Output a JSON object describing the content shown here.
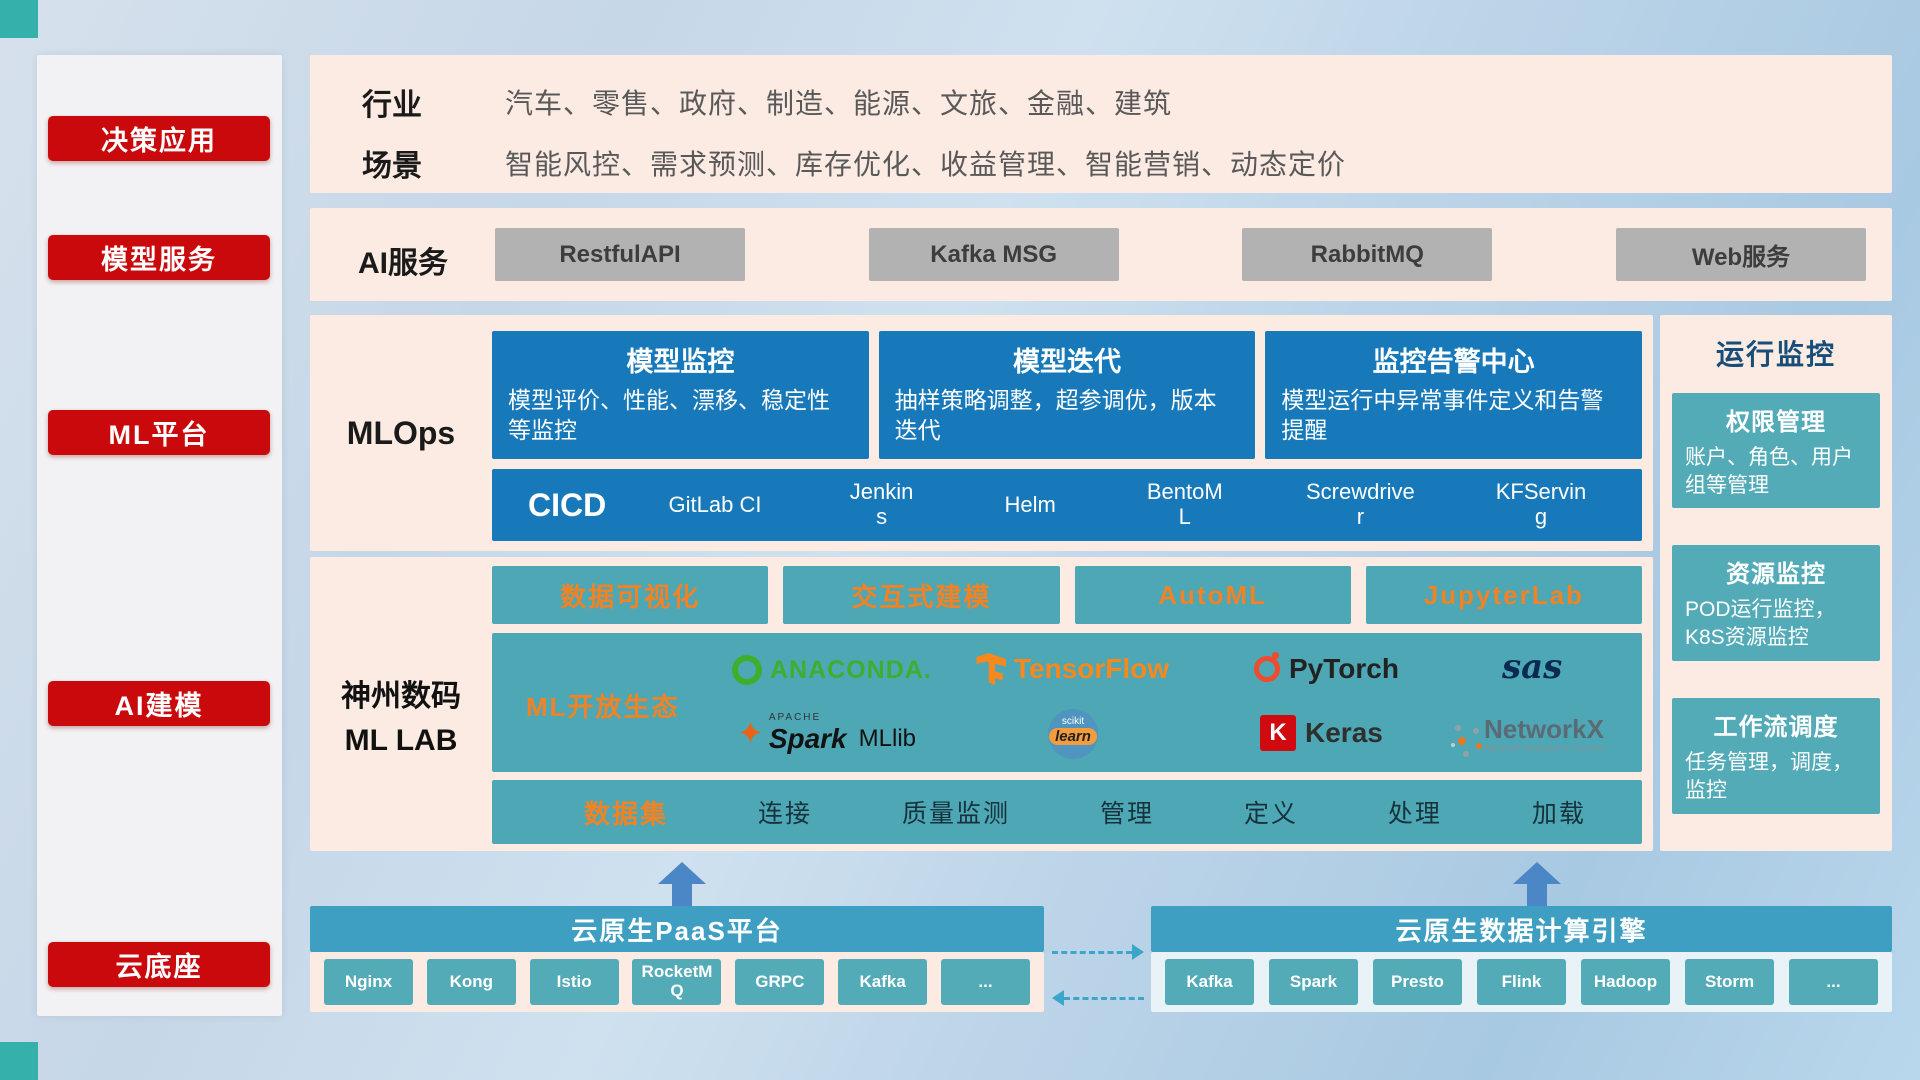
{
  "sidebar": {
    "items": [
      {
        "label": "决策应用"
      },
      {
        "label": "模型服务"
      },
      {
        "label": "ML平台"
      },
      {
        "label": "AI建模"
      },
      {
        "label": "云底座"
      }
    ]
  },
  "industry": {
    "label": "行业",
    "text": "汽车、零售、政府、制造、能源、文旅、金融、建筑"
  },
  "scene": {
    "label": "场景",
    "text": "智能风控、需求预测、库存优化、收益管理、智能营销、动态定价"
  },
  "ai_service": {
    "label": "AI服务",
    "buttons": [
      {
        "label": "RestfulAPI"
      },
      {
        "label": "Kafka MSG"
      },
      {
        "label": "RabbitMQ"
      },
      {
        "label": "Web服务"
      }
    ]
  },
  "mlops": {
    "label": "MLOps",
    "cards": [
      {
        "title": "模型监控",
        "desc": "模型评价、性能、漂移、稳定性等监控"
      },
      {
        "title": "模型迭代",
        "desc": "抽样策略调整，超参调优，版本迭代"
      },
      {
        "title": "监控告警中心",
        "desc": "模型运行中异常事件定义和告警提醒"
      }
    ],
    "cicd": {
      "label": "CICD",
      "items": [
        {
          "label": "GitLab CI"
        },
        {
          "label": "Jenkins"
        },
        {
          "label": "Helm"
        },
        {
          "label": "BentoML"
        },
        {
          "label": "Screwdriver"
        },
        {
          "label": "KFServing"
        }
      ]
    }
  },
  "monitor": {
    "title": "运行监控",
    "cards": [
      {
        "title": "权限管理",
        "desc": "账户、角色、用户组等管理"
      },
      {
        "title": "资源监控",
        "desc": "POD运行监控，K8S资源监控"
      },
      {
        "title": "工作流调度",
        "desc": "任务管理，调度，监控"
      }
    ]
  },
  "mllab": {
    "label_line1": "神州数码",
    "label_line2": "ML LAB",
    "tools": [
      {
        "label": "数据可视化"
      },
      {
        "label": "交互式建模"
      },
      {
        "label": "AutoML"
      },
      {
        "label": "JupyterLab"
      }
    ],
    "ecosystem": {
      "label": "ML开放生态",
      "anaconda": {
        "text": "ANACONDA."
      },
      "tensorflow": {
        "text": "TensorFlow"
      },
      "pytorch": {
        "text": "PyTorch"
      },
      "sas": {
        "text": "sas"
      },
      "spark": {
        "apache": "APACHE",
        "text": "Spark",
        "lib": "MLlib"
      },
      "scikit": {
        "top": "scikit",
        "text": "learn"
      },
      "keras": {
        "k": "K",
        "text": "Keras"
      },
      "networkx": {
        "text": "NetworkX",
        "caption": "Network Analysis in Python"
      }
    },
    "data_row": [
      {
        "label": "数据集"
      },
      {
        "label": "连接"
      },
      {
        "label": "质量监测"
      },
      {
        "label": "管理"
      },
      {
        "label": "定义"
      },
      {
        "label": "处理"
      },
      {
        "label": "加载"
      }
    ]
  },
  "cloud": {
    "paas": {
      "title": "云原生PaaS平台",
      "items": [
        {
          "label": "Nginx"
        },
        {
          "label": "Kong"
        },
        {
          "label": "Istio"
        },
        {
          "label": "RocketMQ"
        },
        {
          "label": "GRPC"
        },
        {
          "label": "Kafka"
        },
        {
          "label": "..."
        }
      ]
    },
    "engine": {
      "title": "云原生数据计算引擎",
      "items": [
        {
          "label": "Kafka"
        },
        {
          "label": "Spark"
        },
        {
          "label": "Presto"
        },
        {
          "label": "Flink"
        },
        {
          "label": "Hadoop"
        },
        {
          "label": "Storm"
        },
        {
          "label": "..."
        }
      ]
    }
  },
  "colors": {
    "red": "#c9090c",
    "pink": "#fcebe2",
    "deep_blue": "#1779ba",
    "teal": "#4da7b5",
    "orange": "#ef8325",
    "gray_button": "#b2b2b2",
    "bar_blue": "#3f9fc2"
  }
}
